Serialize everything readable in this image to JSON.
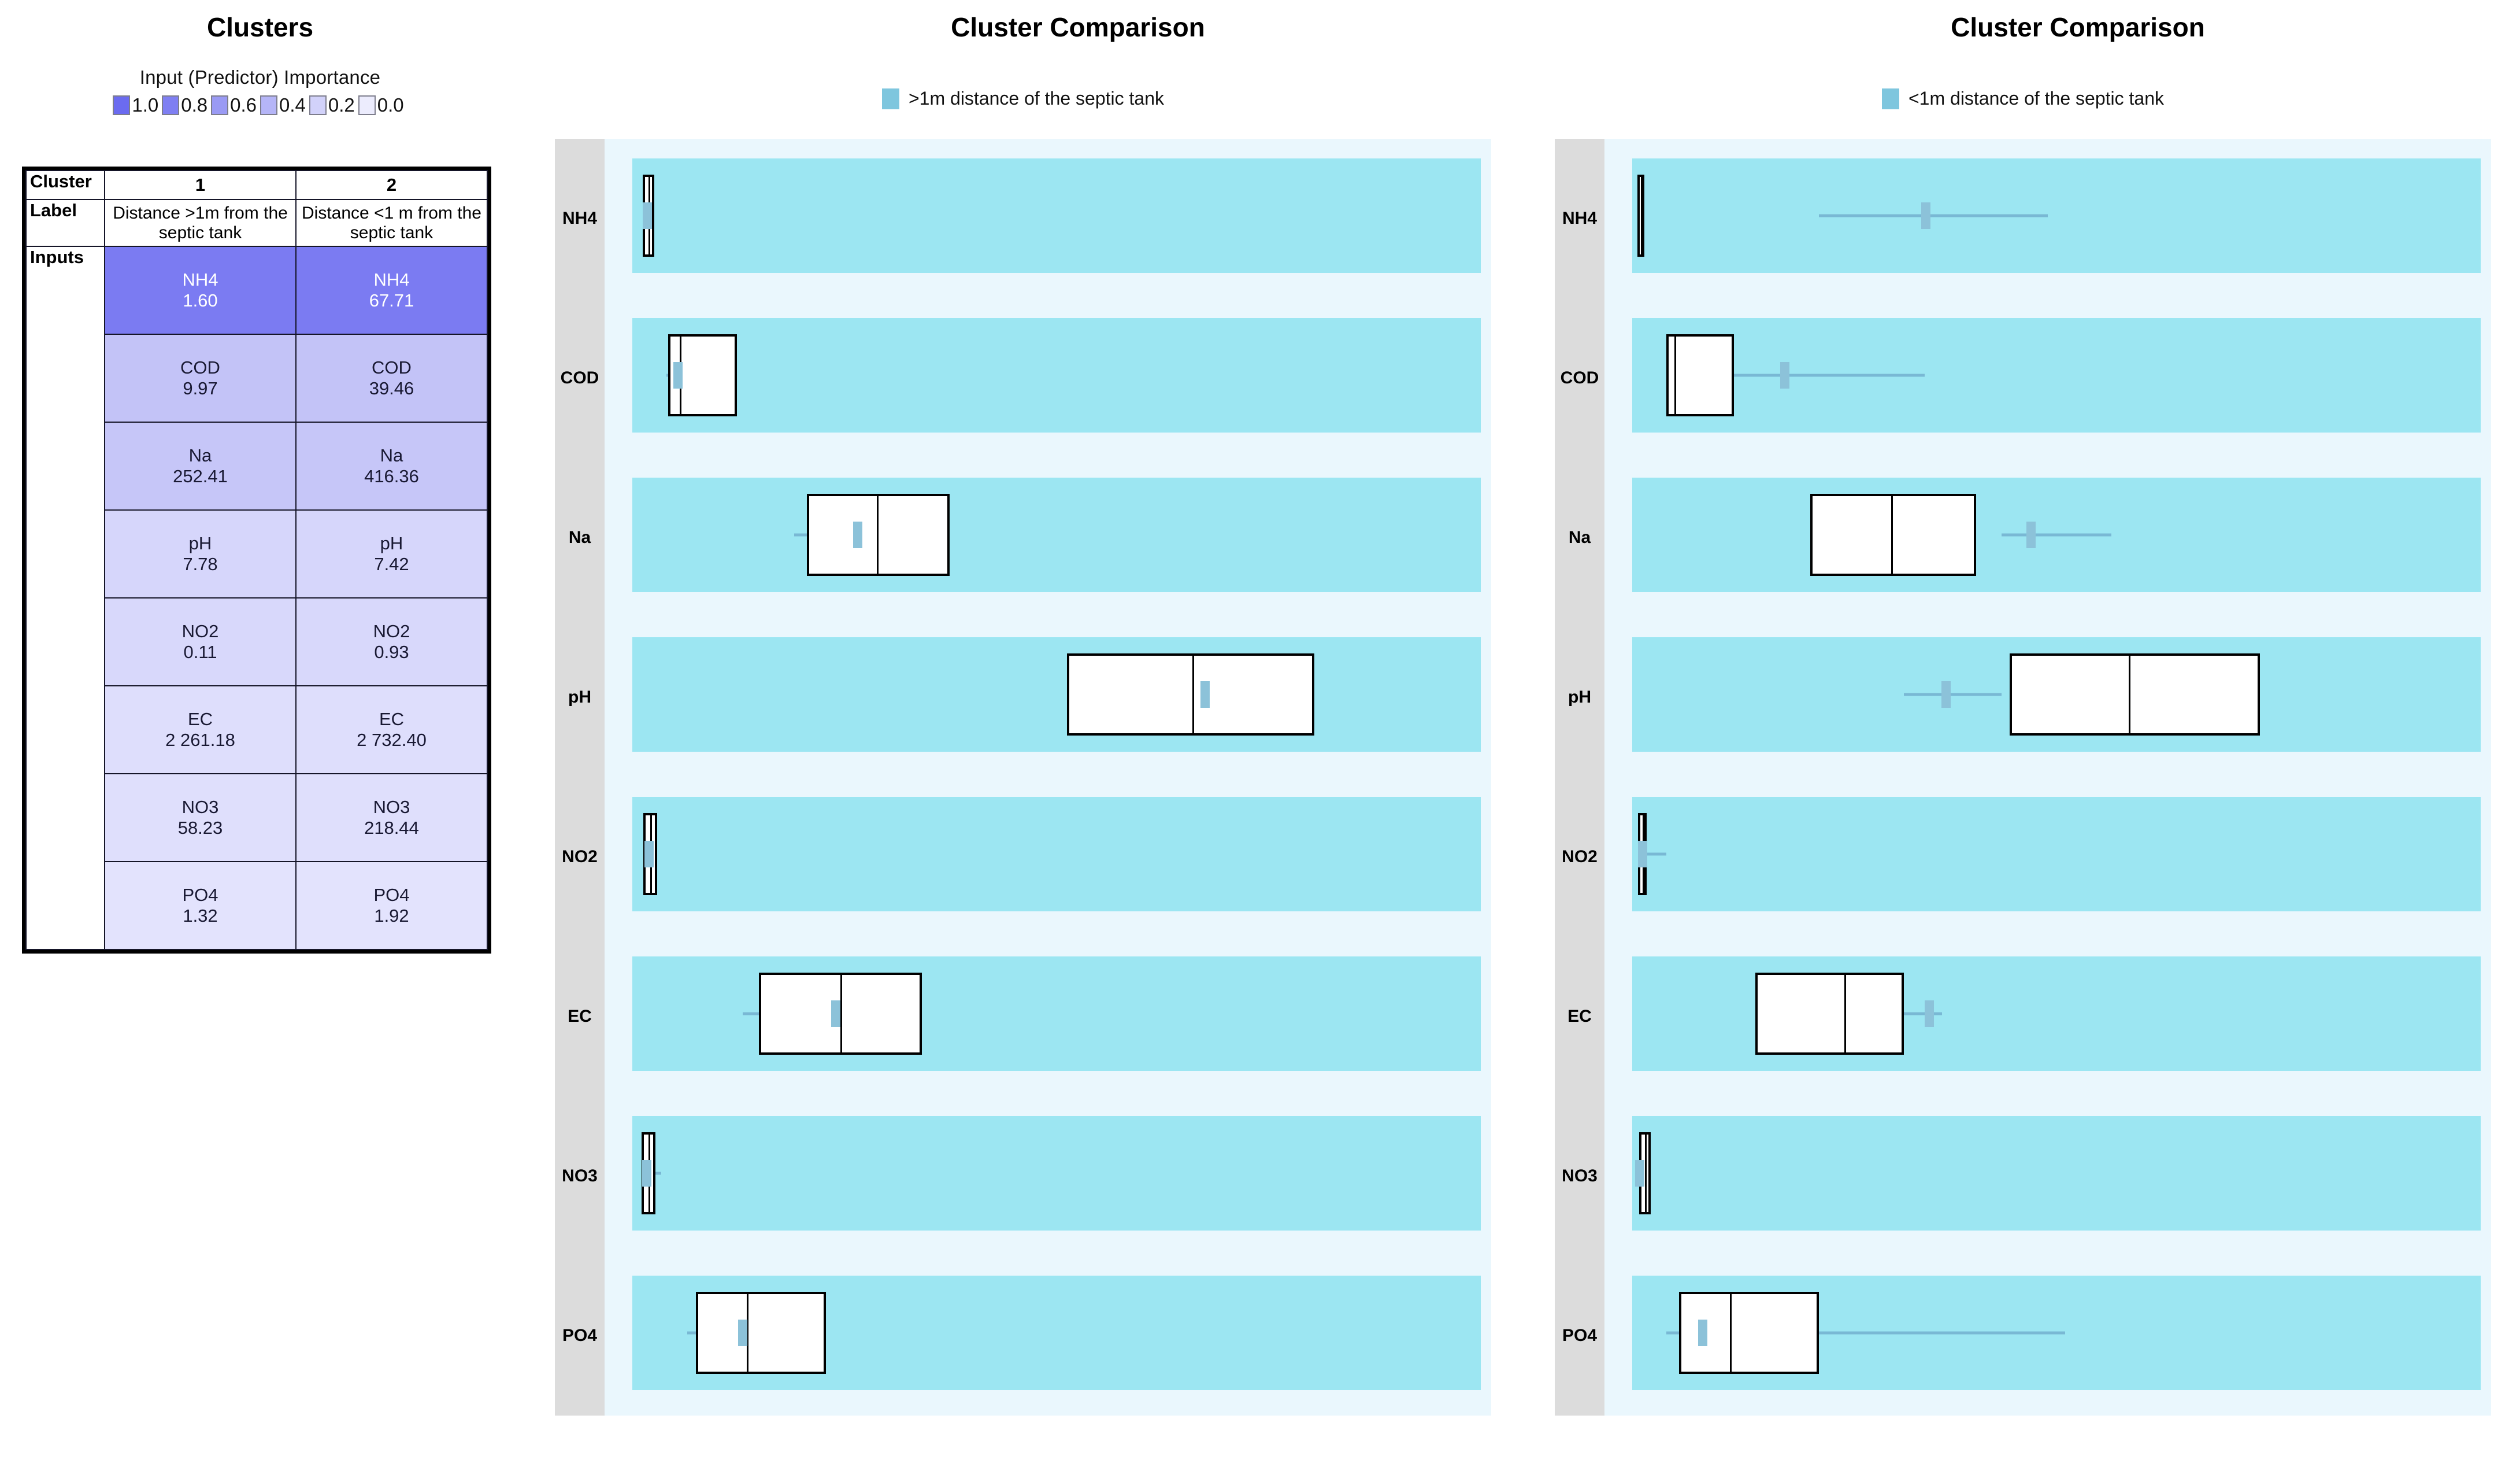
{
  "panels": {
    "clusters_title": "Clusters",
    "comparison_title_left": "Cluster Comparison",
    "comparison_title_right": "Cluster Comparison"
  },
  "importance_legend": {
    "caption": "Input (Predictor) Importance",
    "stops": [
      {
        "value": "1.0",
        "color": "#6b6bf0"
      },
      {
        "value": "0.8",
        "color": "#7f7ff2"
      },
      {
        "value": "0.6",
        "color": "#9a9af4"
      },
      {
        "value": "0.4",
        "color": "#b5b5f7"
      },
      {
        "value": "0.2",
        "color": "#d2d2fa"
      },
      {
        "value": "0.0",
        "color": "#ececfd"
      }
    ]
  },
  "cluster_table": {
    "row_headers": [
      "Cluster",
      "Label",
      "Inputs"
    ],
    "cluster_numbers": [
      "1",
      "2"
    ],
    "cluster_labels": [
      "Distance >1m from the septic tank",
      "Distance <1 m from the septic tank"
    ],
    "inputs": [
      {
        "name": "NH4",
        "importance": 0.95,
        "cluster1": "1.60",
        "cluster2": "67.71",
        "cell_color": "#7b7bf2",
        "text_color": "#ffffff"
      },
      {
        "name": "COD",
        "importance": 0.46,
        "cluster1": "9.97",
        "cluster2": "39.46",
        "cell_color": "#c3c3f7",
        "text_color": "#191933"
      },
      {
        "name": "Na",
        "importance": 0.44,
        "cluster1": "252.41",
        "cluster2": "416.36",
        "cell_color": "#c6c6f8",
        "text_color": "#191933"
      },
      {
        "name": "pH",
        "importance": 0.3,
        "cluster1": "7.78",
        "cluster2": "7.42",
        "cell_color": "#d6d6fb",
        "text_color": "#191933"
      },
      {
        "name": "NO2",
        "importance": 0.29,
        "cluster1": "0.11",
        "cluster2": "0.93",
        "cell_color": "#d8d8fb",
        "text_color": "#191933"
      },
      {
        "name": "EC",
        "importance": 0.22,
        "cluster1": "2 261.18",
        "cluster2": "2 732.40",
        "cell_color": "#dedefc",
        "text_color": "#191933"
      },
      {
        "name": "NO3",
        "importance": 0.21,
        "cluster1": "58.23",
        "cluster2": "218.44",
        "cell_color": "#dfdffc",
        "text_color": "#191933"
      },
      {
        "name": "PO4",
        "importance": 0.19,
        "cluster1": "1.32",
        "cluster2": "1.92",
        "cell_color": "#e3e3fd",
        "text_color": "#191933"
      }
    ]
  },
  "chart_data": [
    {
      "type": "box",
      "title": "Cluster Comparison",
      "legend": {
        "label": ">1m distance of the septic tank",
        "color": "#7ec6de",
        "position": "top-center"
      },
      "orientation": "horizontal",
      "categories": [
        "NH4",
        "COD",
        "Na",
        "pH",
        "NO2",
        "EC",
        "NO3",
        "PO4"
      ],
      "boxes": [
        {
          "category": "NH4",
          "q1_pct": 1.2,
          "q3_pct": 2.6,
          "median_pct": 1.9,
          "mean_pct": 1.8,
          "whisker_low_pct": 1.4,
          "whisker_high_pct": 2.2
        },
        {
          "category": "COD",
          "q1_pct": 4.2,
          "q3_pct": 12.3,
          "median_pct": 5.6,
          "mean_pct": 5.4,
          "whisker_low_pct": 4.0,
          "whisker_high_pct": 11.3
        },
        {
          "category": "Na",
          "q1_pct": 20.6,
          "q3_pct": 37.4,
          "median_pct": 28.8,
          "mean_pct": 26.6,
          "whisker_low_pct": 19.1,
          "whisker_high_pct": 31.5
        },
        {
          "category": "pH",
          "q1_pct": 51.2,
          "q3_pct": 80.4,
          "median_pct": 66.0,
          "mean_pct": 67.5,
          "whisker_low_pct": 57.0,
          "whisker_high_pct": 77.0
        },
        {
          "category": "NO2",
          "q1_pct": 1.3,
          "q3_pct": 2.9,
          "median_pct": 2.1,
          "mean_pct": 2.0,
          "whisker_low_pct": 1.5,
          "whisker_high_pct": 2.5
        },
        {
          "category": "EC",
          "q1_pct": 14.9,
          "q3_pct": 34.1,
          "median_pct": 24.5,
          "mean_pct": 24.0,
          "whisker_low_pct": 13.0,
          "whisker_high_pct": 32.0
        },
        {
          "category": "NO3",
          "q1_pct": 1.1,
          "q3_pct": 2.7,
          "median_pct": 1.9,
          "mean_pct": 1.7,
          "whisker_low_pct": 1.4,
          "whisker_high_pct": 3.4
        },
        {
          "category": "PO4",
          "q1_pct": 7.5,
          "q3_pct": 22.8,
          "median_pct": 13.5,
          "mean_pct": 13.0,
          "whisker_low_pct": 6.5,
          "whisker_high_pct": 21.0
        }
      ]
    },
    {
      "type": "box",
      "title": "Cluster Comparison",
      "legend": {
        "label": "<1m distance of the septic tank",
        "color": "#7ec6de",
        "position": "top-center"
      },
      "orientation": "horizontal",
      "categories": [
        "NH4",
        "COD",
        "Na",
        "pH",
        "NO2",
        "EC",
        "NO3",
        "PO4"
      ],
      "boxes": [
        {
          "category": "NH4",
          "q1_pct": 0.6,
          "q3_pct": 1.4,
          "median_pct": 1.0,
          "mean_pct": 34.6,
          "whisker_low_pct": 22.0,
          "whisker_high_pct": 49.0
        },
        {
          "category": "COD",
          "q1_pct": 4.0,
          "q3_pct": 12.0,
          "median_pct": 5.0,
          "mean_pct": 18.0,
          "whisker_low_pct": 11.0,
          "whisker_high_pct": 34.5
        },
        {
          "category": "Na",
          "q1_pct": 21.0,
          "q3_pct": 40.5,
          "median_pct": 30.5,
          "mean_pct": 47.0,
          "whisker_low_pct": 43.5,
          "whisker_high_pct": 56.5
        },
        {
          "category": "pH",
          "q1_pct": 44.5,
          "q3_pct": 74.0,
          "median_pct": 58.5,
          "mean_pct": 37.0,
          "whisker_low_pct": 32.0,
          "whisker_high_pct": 43.5
        },
        {
          "category": "NO2",
          "q1_pct": 0.7,
          "q3_pct": 1.7,
          "median_pct": 1.2,
          "mean_pct": 1.2,
          "whisker_low_pct": 0.9,
          "whisker_high_pct": 4.0
        },
        {
          "category": "EC",
          "q1_pct": 14.5,
          "q3_pct": 32.0,
          "median_pct": 25.0,
          "mean_pct": 35.0,
          "whisker_low_pct": 29.5,
          "whisker_high_pct": 36.5
        },
        {
          "category": "NO3",
          "q1_pct": 0.8,
          "q3_pct": 2.2,
          "median_pct": 1.5,
          "mean_pct": 0.9,
          "whisker_low_pct": 0.6,
          "whisker_high_pct": 1.3
        },
        {
          "category": "PO4",
          "q1_pct": 5.5,
          "q3_pct": 22.0,
          "median_pct": 11.5,
          "mean_pct": 8.3,
          "whisker_low_pct": 4.0,
          "whisker_high_pct": 51.0
        }
      ]
    }
  ]
}
